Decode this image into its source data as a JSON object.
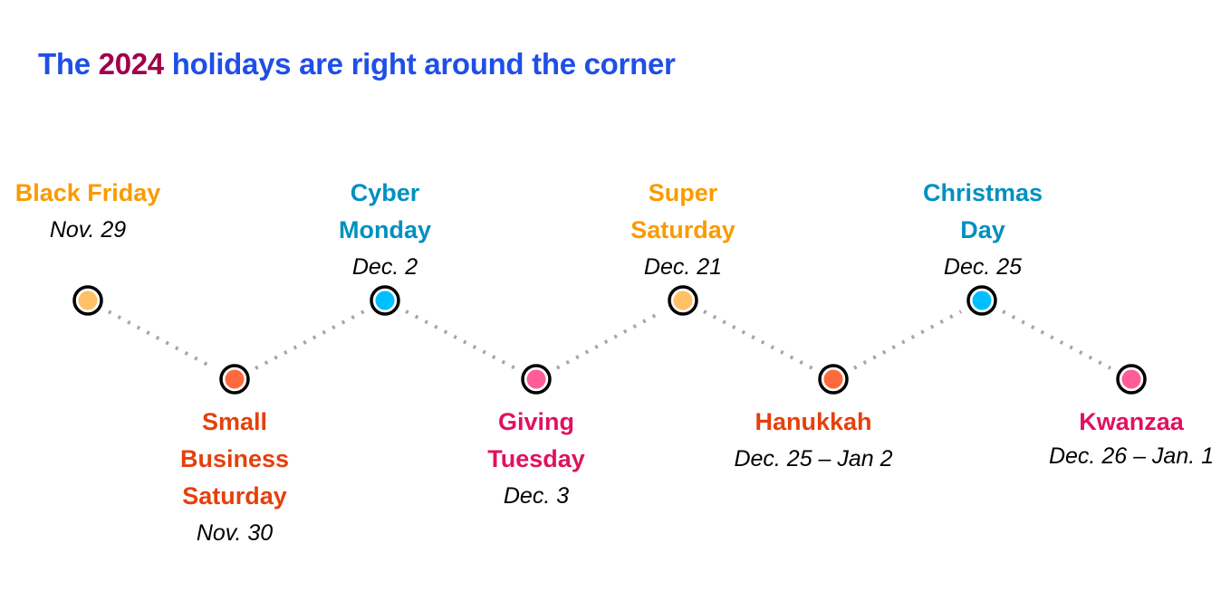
{
  "title": {
    "prefix": "The ",
    "year": "2024",
    "suffix": " holidays are right around the corner"
  },
  "colors": {
    "title": "#1f4fe6",
    "year": "#a0004a",
    "connector": "#a6a6a6"
  },
  "events": [
    {
      "name": "Black Friday",
      "date": "Nov. 29",
      "position": "top",
      "text_color": "#f99b00",
      "dot_color": "#ffc066"
    },
    {
      "name": "Small Business Saturday",
      "date": "Nov. 30",
      "position": "bottom",
      "text_color": "#e5400c",
      "dot_color": "#ff6a3d"
    },
    {
      "name": "Cyber Monday",
      "date": "Dec. 2",
      "position": "top",
      "text_color": "#0090c0",
      "dot_color": "#00bfff"
    },
    {
      "name": "Giving Tuesday",
      "date": "Dec. 3",
      "position": "bottom",
      "text_color": "#e0115f",
      "dot_color": "#ff5c9a"
    },
    {
      "name": "Super Saturday",
      "date": "Dec. 21",
      "position": "top",
      "text_color": "#f99b00",
      "dot_color": "#ffc066"
    },
    {
      "name": "Hanukkah",
      "date": "Dec. 25 – Jan 2",
      "position": "bottom",
      "text_color": "#e5400c",
      "dot_color": "#ff6a3d"
    },
    {
      "name": "Christmas Day",
      "date": "Dec. 25",
      "position": "top",
      "text_color": "#0090c0",
      "dot_color": "#00bfff"
    },
    {
      "name": "Kwanzaa",
      "date": "Dec. 26 – Jan. 1",
      "position": "bottom",
      "text_color": "#e0115f",
      "dot_color": "#ff5c9a"
    }
  ]
}
